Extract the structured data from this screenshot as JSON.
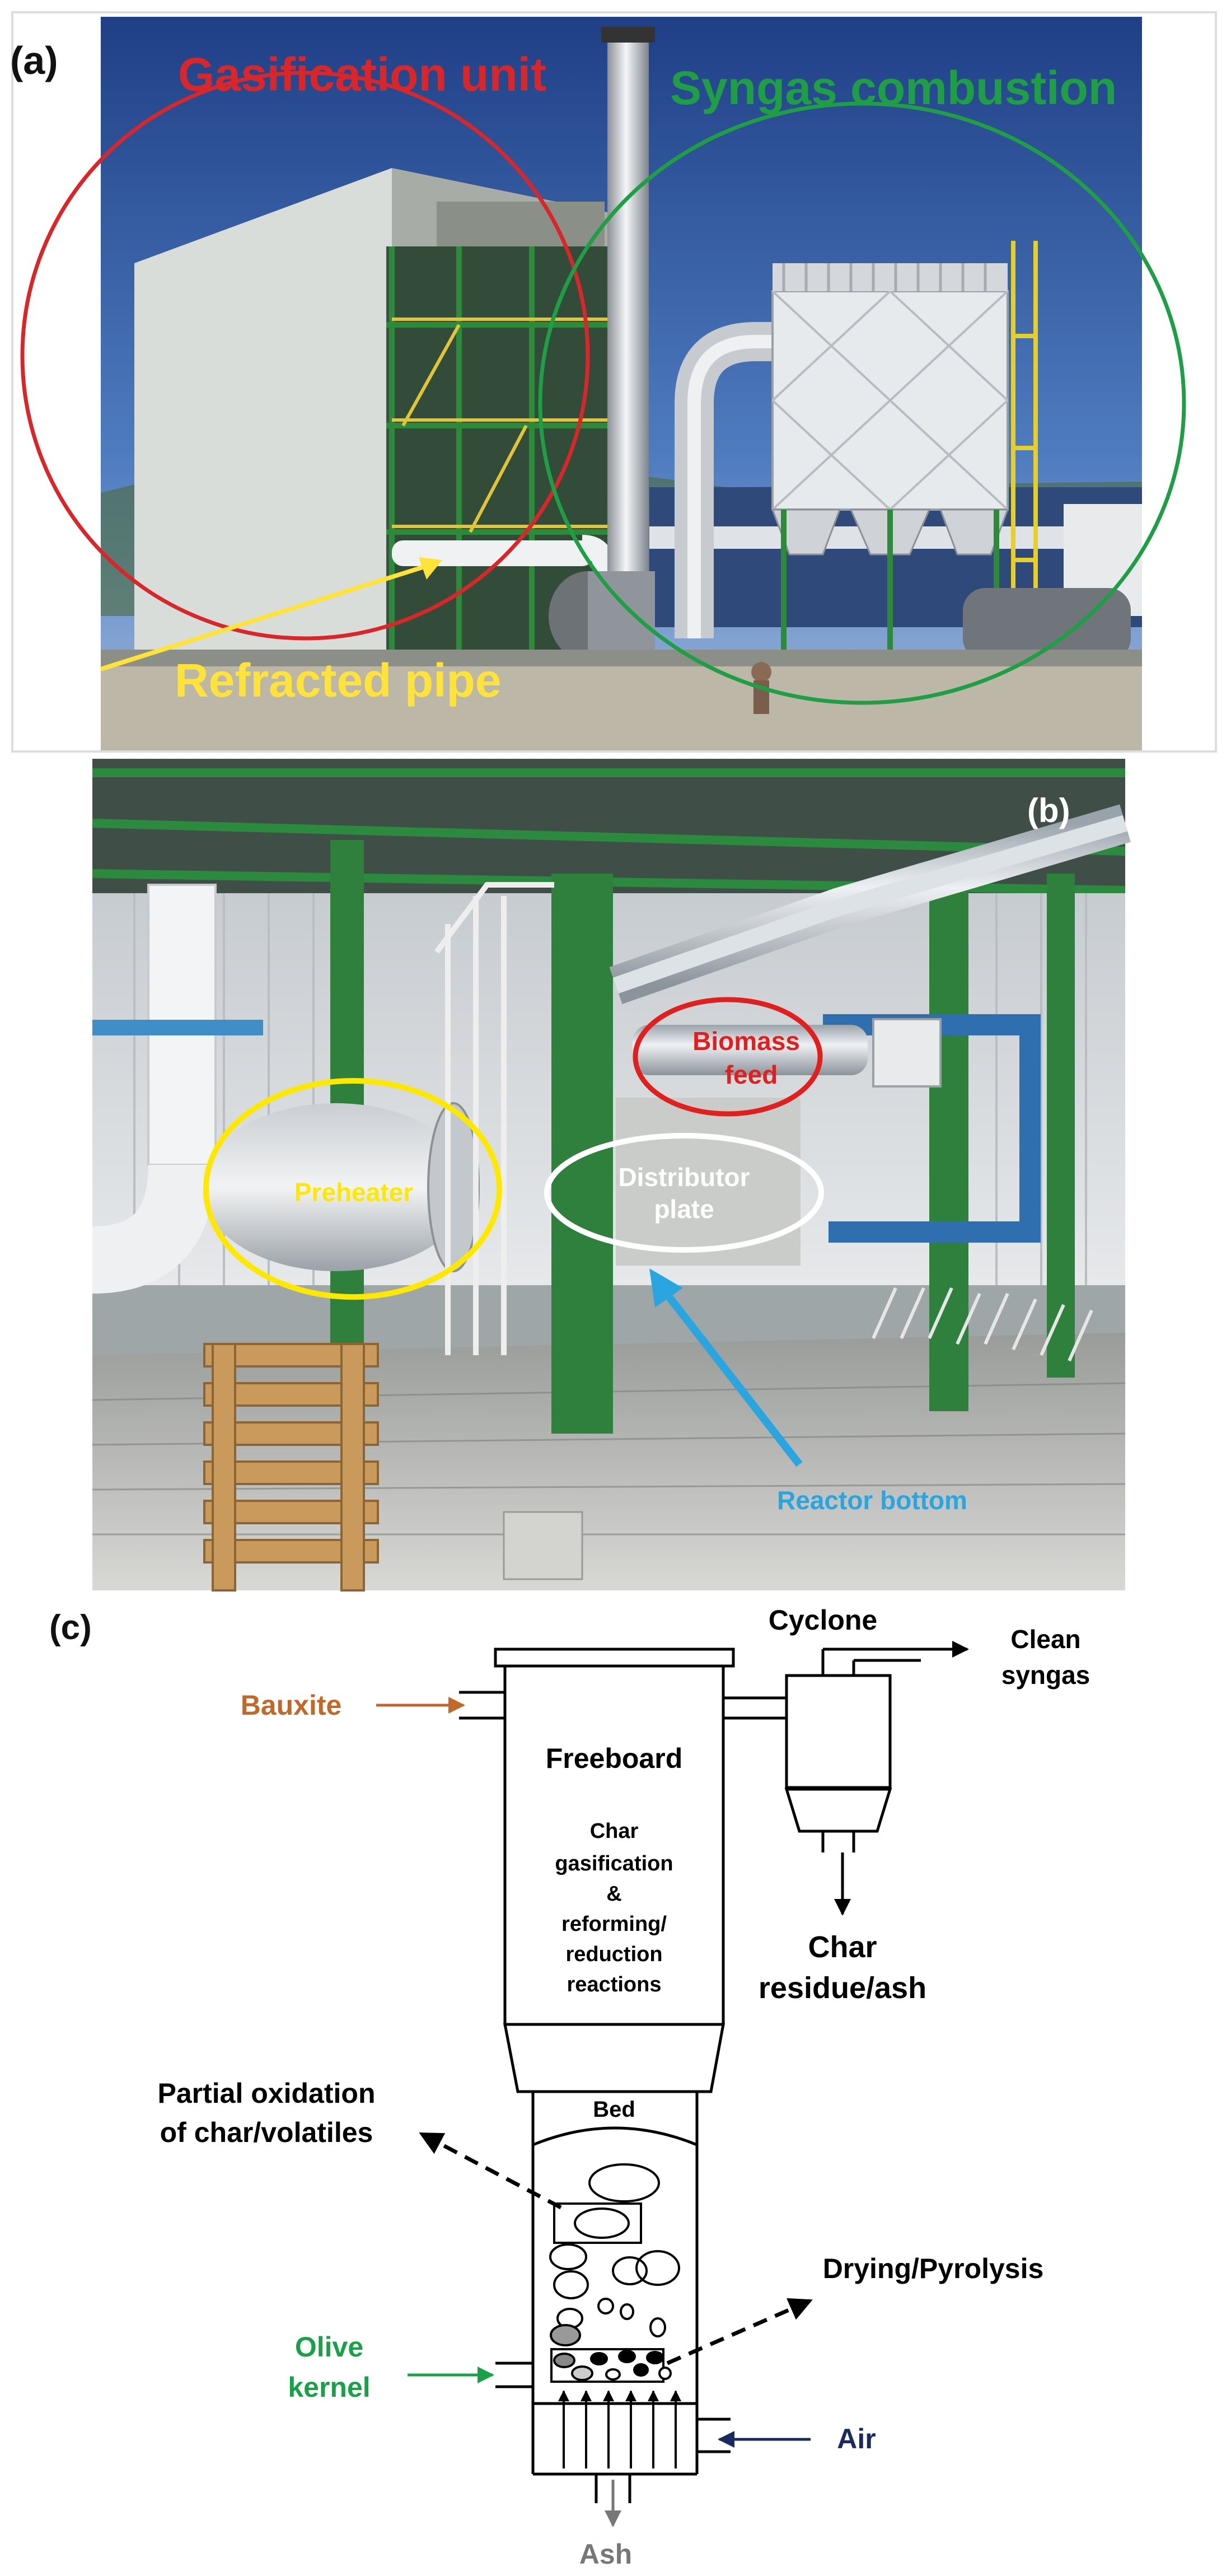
{
  "panel_a": {
    "panel_label": "(a)",
    "gasification_label": "Gasification unit",
    "syngas_label": "Syngas combustion",
    "pipe_label": "Refracted pipe",
    "colors": {
      "gasification": "#d8262b",
      "syngas": "#1f9e46",
      "pipe": "#ffe33a"
    }
  },
  "panel_b": {
    "panel_label": "(b)",
    "biomass_line1": "Biomass",
    "biomass_line2": "feed",
    "preheater_label": "Preheater",
    "distributor_line1": "Distributor",
    "distributor_line2": "plate",
    "reactor_bottom_label": "Reactor bottom",
    "colors": {
      "biomass": "#e0201f",
      "preheater": "#ffe800",
      "distributor": "#ffffff",
      "reactor_bottom": "#2aa5e0"
    }
  },
  "panel_c": {
    "panel_label": "(c)",
    "cyclone": "Cyclone",
    "clean_1": "Clean",
    "clean_2": "syngas",
    "bauxite": "Bauxite",
    "freeboard": "Freeboard",
    "freeboard_text": [
      "Char",
      "gasification",
      "&",
      "reforming/",
      "reduction",
      "reactions"
    ],
    "char_1": "Char",
    "char_2": "residue/ash",
    "bed": "Bed",
    "partial_1": "Partial oxidation",
    "partial_2": "of char/volatiles",
    "drying": "Drying/Pyrolysis",
    "olive_1": "Olive",
    "olive_2": "kernel",
    "air": "Air",
    "ash": "Ash",
    "colors": {
      "bauxite": "#c0692a",
      "olive": "#19a049",
      "air": "#1b2a5c",
      "ash": "#777777"
    }
  }
}
